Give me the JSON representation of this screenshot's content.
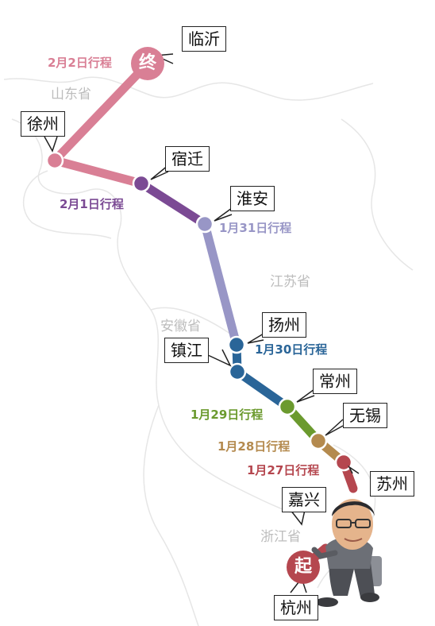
{
  "provinces": {
    "shandong": "山东省",
    "jiangsu": "江苏省",
    "anhui": "安徽省",
    "zhejiang": "浙江省"
  },
  "badges": {
    "end": "终",
    "start": "起"
  },
  "cities": {
    "linyi": "临沂",
    "xuzhou": "徐州",
    "suqian": "宿迁",
    "huaian": "淮安",
    "yangzhou": "扬州",
    "zhenjiang": "镇江",
    "changzhou": "常州",
    "wuxi": "无锡",
    "suzhou": "苏州",
    "jiaxing": "嘉兴",
    "hangzhou": "杭州"
  },
  "itinerary": [
    {
      "label": "1月27日行程",
      "color": "#b5474f"
    },
    {
      "label": "1月28日行程",
      "color": "#b48a4e"
    },
    {
      "label": "1月29日行程",
      "color": "#6b9a2e"
    },
    {
      "label": "1月30日行程",
      "color": "#2a6598"
    },
    {
      "label": "1月31日行程",
      "color": "#9896c6"
    },
    {
      "label": "2月1日行程",
      "color": "#7b4a94"
    },
    {
      "label": "2月2日行程",
      "color": "#d97f95"
    }
  ]
}
